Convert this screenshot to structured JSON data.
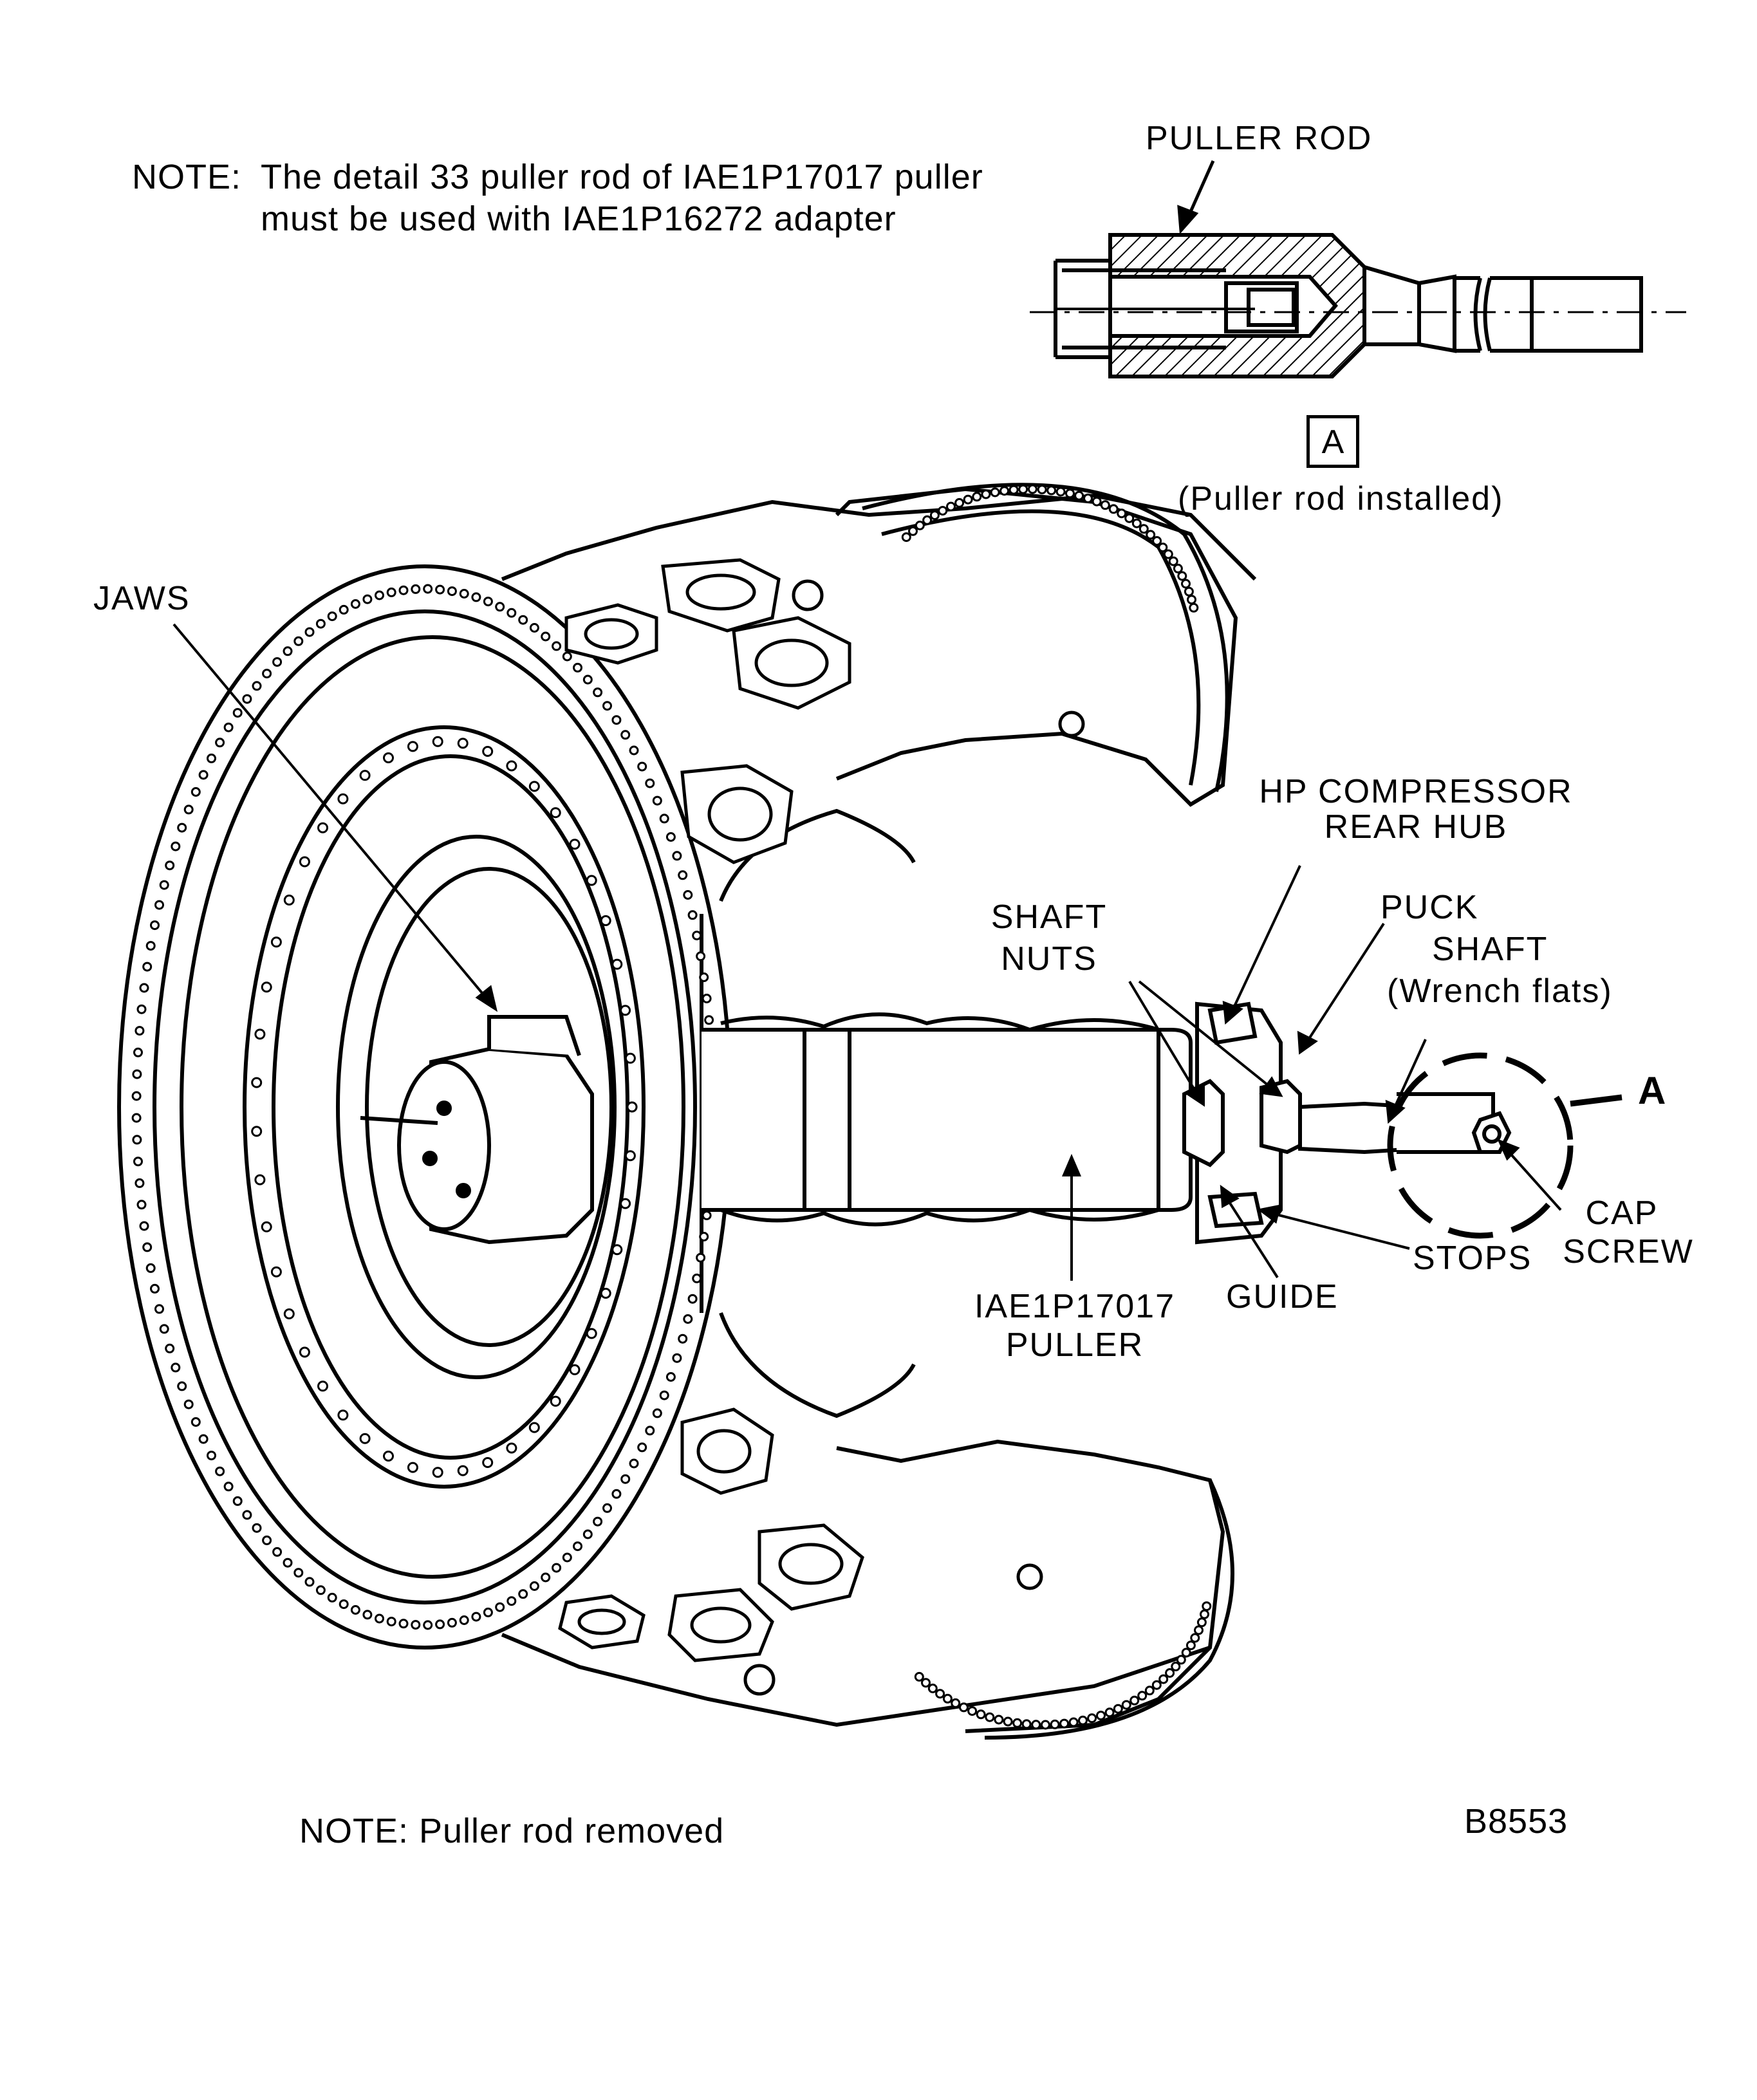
{
  "notes": {
    "top_prefix": "NOTE:",
    "top_line1": "The detail 33 puller rod of IAE1P17017 puller",
    "top_line2": "must be used with IAE1P16272 adapter",
    "bottom": "NOTE:  Puller rod removed"
  },
  "detail": {
    "title": "PULLER ROD",
    "ref_letter": "A",
    "caption": "(Puller rod installed)"
  },
  "labels": {
    "jaws": "JAWS",
    "hp_line1": "HP COMPRESSOR",
    "hp_line2": "REAR HUB",
    "shaft_nuts_line1": "SHAFT",
    "shaft_nuts_line2": "NUTS",
    "puck": "PUCK",
    "shaft_line1": "SHAFT",
    "shaft_line2": "(Wrench flats)",
    "view_letter": "A",
    "cap_screw_line1": "CAP",
    "cap_screw_line2": "SCREW",
    "stops": "STOPS",
    "guide": "GUIDE",
    "puller_line1": "IAE1P17017",
    "puller_line2": "PULLER"
  },
  "figure_id": "B8553"
}
